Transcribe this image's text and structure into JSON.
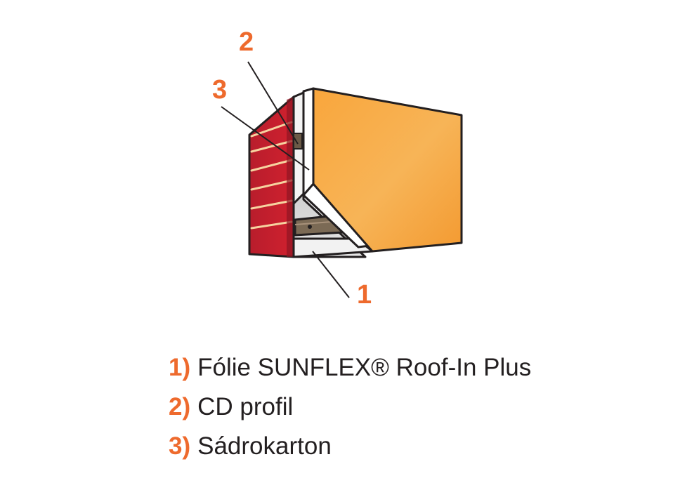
{
  "colors": {
    "accent": "#ee6a2d",
    "text": "#231f20",
    "brick": "#c21f2f",
    "mortar": "#f6d3a0",
    "board": "#f7a43d",
    "metal": "#9a9a9a",
    "profile": "#7b6a55"
  },
  "callouts": [
    {
      "id": "2",
      "label": "2"
    },
    {
      "id": "3",
      "label": "3"
    },
    {
      "id": "1",
      "label": "1"
    }
  ],
  "legend": [
    {
      "number": "1)",
      "text": "Fólie SUNFLEX® Roof-In Plus"
    },
    {
      "number": "2)",
      "text": "CD profil"
    },
    {
      "number": "3)",
      "text": "Sádrokarton"
    }
  ]
}
